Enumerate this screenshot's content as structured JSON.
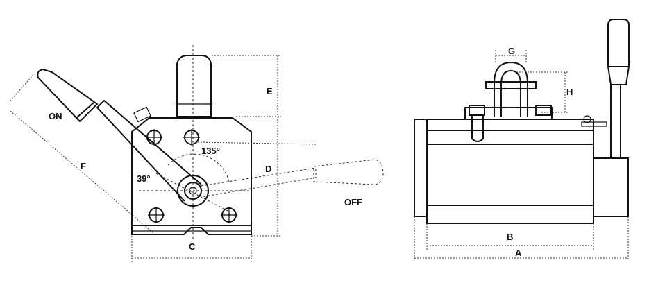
{
  "labels": {
    "on": "ON",
    "off": "OFF",
    "f": "F",
    "d": "D",
    "e": "E",
    "c": "C",
    "angle135": "135°",
    "angle39": "39°",
    "g": "G",
    "h": "H",
    "b": "B",
    "a": "A"
  }
}
